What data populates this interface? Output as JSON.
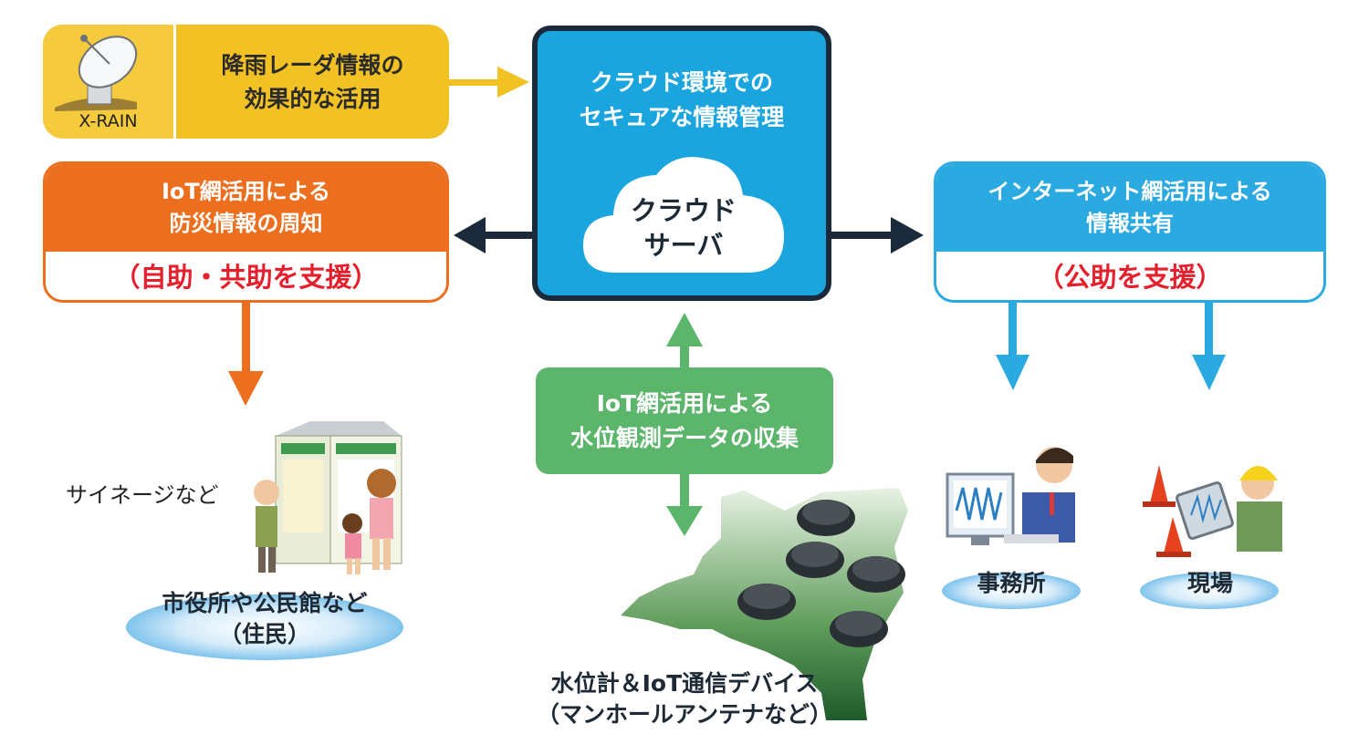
{
  "xrain": {
    "label": "X-RAIN",
    "text_line1": "降雨レーダ情報の",
    "text_line2": "効果的な活用"
  },
  "cloud": {
    "title_line1": "クラウド環境での",
    "title_line2": "セキュアな情報管理",
    "label_line1": "クラウド",
    "label_line2": "サーバ"
  },
  "iot_citizen": {
    "line1": "IoT網活用による",
    "line2": "防災情報の周知",
    "support": "（自助・共助を支援）"
  },
  "internet": {
    "line1": "インターネット網活用による",
    "line2": "情報共有",
    "support": "（公助を支援）"
  },
  "water": {
    "line1": "IoT網活用による",
    "line2": "水位観測データの収集"
  },
  "signage_label": "サイネージなど",
  "city_hall": {
    "line1": "市役所や公民館など",
    "line2": "（住民）"
  },
  "office_label": "事務所",
  "site_label": "現場",
  "device": {
    "line1": "水位計＆IoT通信デバイス",
    "line2": "（マンホールアンテナなど）"
  },
  "colors": {
    "yellow": "#f2c123",
    "cloud_blue": "#1aa5de",
    "orange": "#ec6f1f",
    "light_blue": "#2ba9e1",
    "green": "#5bb56a",
    "red_text": "#e51f2c",
    "navy": "#1b2a3a"
  }
}
